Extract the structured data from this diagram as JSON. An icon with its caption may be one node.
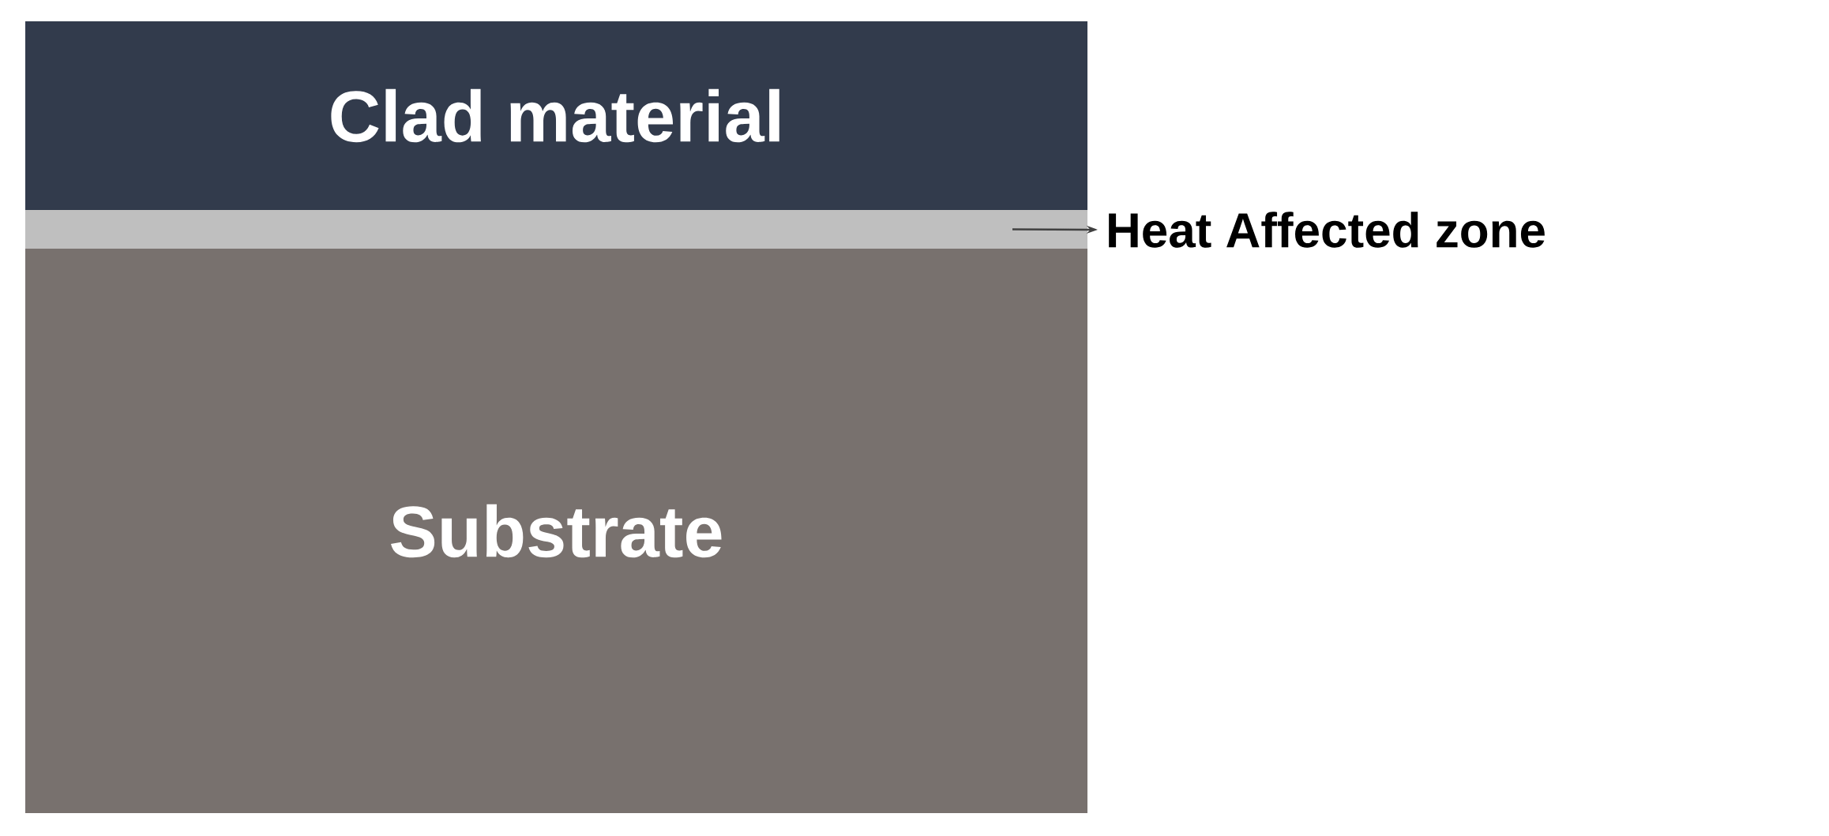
{
  "diagram": {
    "nodes": [
      {
        "text": [
          "Clad material"
        ]
      },
      {
        "text": [],
        "shape": "bar"
      },
      {
        "text": [
          "Heat Affected zone"
        ]
      },
      {
        "text": [
          "Substrate"
        ]
      }
    ],
    "edges": [
      {
        "from": 1,
        "to": 2,
        "arrow": "to"
      }
    ]
  }
}
